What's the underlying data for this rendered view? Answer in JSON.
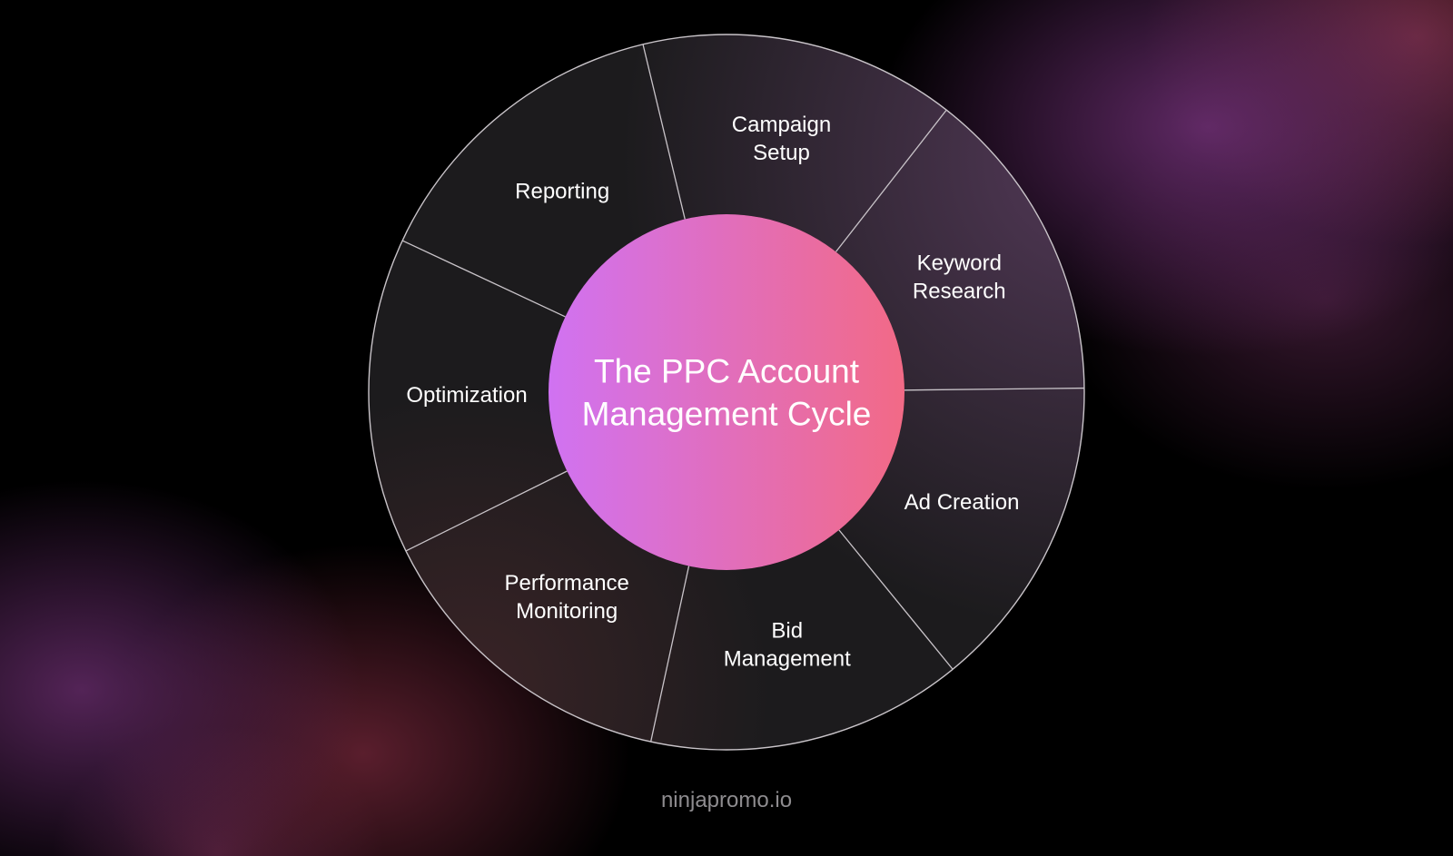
{
  "diagram": {
    "center_title": [
      "The PPC Account",
      "Management Cycle"
    ],
    "segments": [
      {
        "lines": [
          "Campaign",
          "Setup"
        ]
      },
      {
        "lines": [
          "Keyword",
          "Research"
        ]
      },
      {
        "lines": [
          "Ad Creation"
        ]
      },
      {
        "lines": [
          "Bid",
          "Management"
        ]
      },
      {
        "lines": [
          "Performance",
          "Monitoring"
        ]
      },
      {
        "lines": [
          "Optimization"
        ]
      },
      {
        "lines": [
          "Reporting"
        ]
      }
    ],
    "colors": {
      "center_gradient_start": "#d072f2",
      "center_gradient_end": "#f26a86",
      "segment_fill": "#1c1b1d",
      "segment_outline": "#c9c4c9",
      "label_text": "#ffffff"
    }
  },
  "footer": {
    "text": "ninjapromo.io"
  }
}
